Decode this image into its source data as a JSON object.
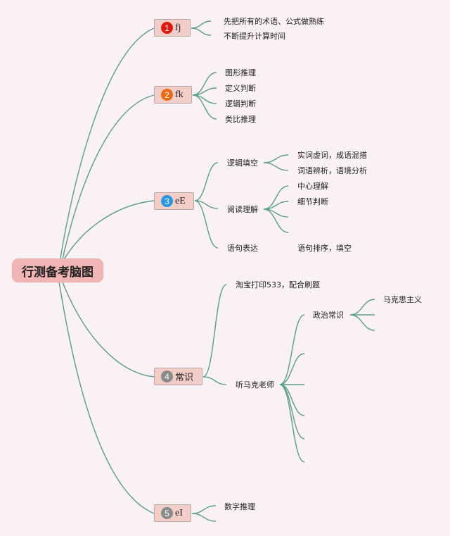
{
  "root": {
    "label": "行测备考脑图"
  },
  "colors": {
    "line": "#5a9e85",
    "badge1": "#e0190f",
    "badge2": "#e86a17",
    "badge3": "#2a95e0",
    "badge4": "#8a8a8a",
    "badge5": "#8a8a8a"
  },
  "topics": [
    {
      "num": "1",
      "label": "fj",
      "children": [
        "先把所有的术语、公式做熟练",
        "不断提升计算时间"
      ]
    },
    {
      "num": "2",
      "label": "fk",
      "children": [
        "图形推理",
        "定义判断",
        "逻辑判断",
        "类比推理"
      ]
    },
    {
      "num": "3",
      "label": "eE",
      "children": [
        {
          "label": "逻辑填空",
          "children": [
            "实词虚词，成语混搭",
            "词语辨析，语境分析"
          ]
        },
        {
          "label": "阅读理解",
          "children": [
            "中心理解",
            "细节判断",
            "",
            ""
          ]
        },
        {
          "label": "语句表达",
          "children": [
            "语句排序，填空"
          ]
        }
      ]
    },
    {
      "num": "4",
      "label": "常识",
      "children": [
        {
          "label": "淘宝打印533，配合刷题"
        },
        {
          "label": "听马克老师",
          "children": [
            {
              "label": "政治常识",
              "children": [
                "马克思主义",
                "",
                ""
              ]
            },
            "",
            "",
            "",
            "",
            ""
          ]
        }
      ]
    },
    {
      "num": "5",
      "label": "eI",
      "children": [
        "数字推理",
        ""
      ]
    }
  ]
}
